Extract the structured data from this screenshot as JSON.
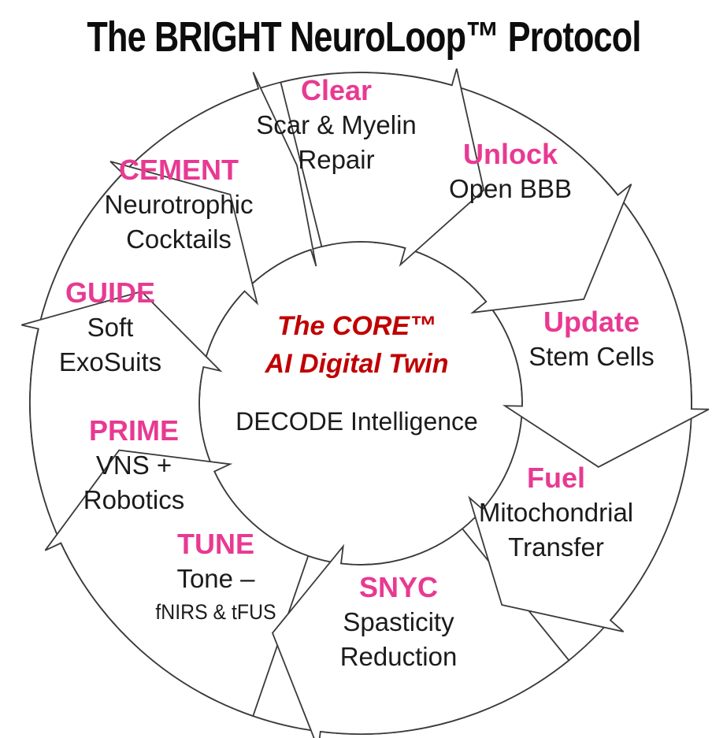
{
  "title": "The BRIGHT NeuroLoop™ Protocol",
  "colors": {
    "accent_pink": "#E83A92",
    "core_red": "#C00000",
    "text_black": "#1b1b1b",
    "arrow_outline": "#3a3a3a"
  },
  "center": {
    "heading_line1": "The CORE™",
    "heading_line2": "AI Digital Twin",
    "subtitle": "DECODE Intelligence"
  },
  "steps": [
    {
      "id": "clear",
      "label": "Clear",
      "lines": [
        "Scar & Myelin",
        "Repair"
      ]
    },
    {
      "id": "unlock",
      "label": "Unlock",
      "lines": [
        "Open BBB"
      ]
    },
    {
      "id": "update",
      "label": "Update",
      "lines": [
        "Stem Cells"
      ]
    },
    {
      "id": "fuel",
      "label": "Fuel",
      "lines": [
        "Mitochondrial",
        "Transfer"
      ]
    },
    {
      "id": "snyc",
      "label": "SNYC",
      "lines": [
        "Spasticity",
        "Reduction"
      ]
    },
    {
      "id": "tune",
      "label": "TUNE",
      "lines": [
        "Tone –",
        "fNIRS & tFUS"
      ]
    },
    {
      "id": "prime",
      "label": "PRIME",
      "lines": [
        "VNS +",
        "Robotics"
      ]
    },
    {
      "id": "guide",
      "label": "GUIDE",
      "lines": [
        "Soft",
        "ExoSuits"
      ]
    },
    {
      "id": "cement",
      "label": "CEMENT",
      "lines": [
        "Neurotrophic",
        "Cocktails"
      ]
    }
  ]
}
